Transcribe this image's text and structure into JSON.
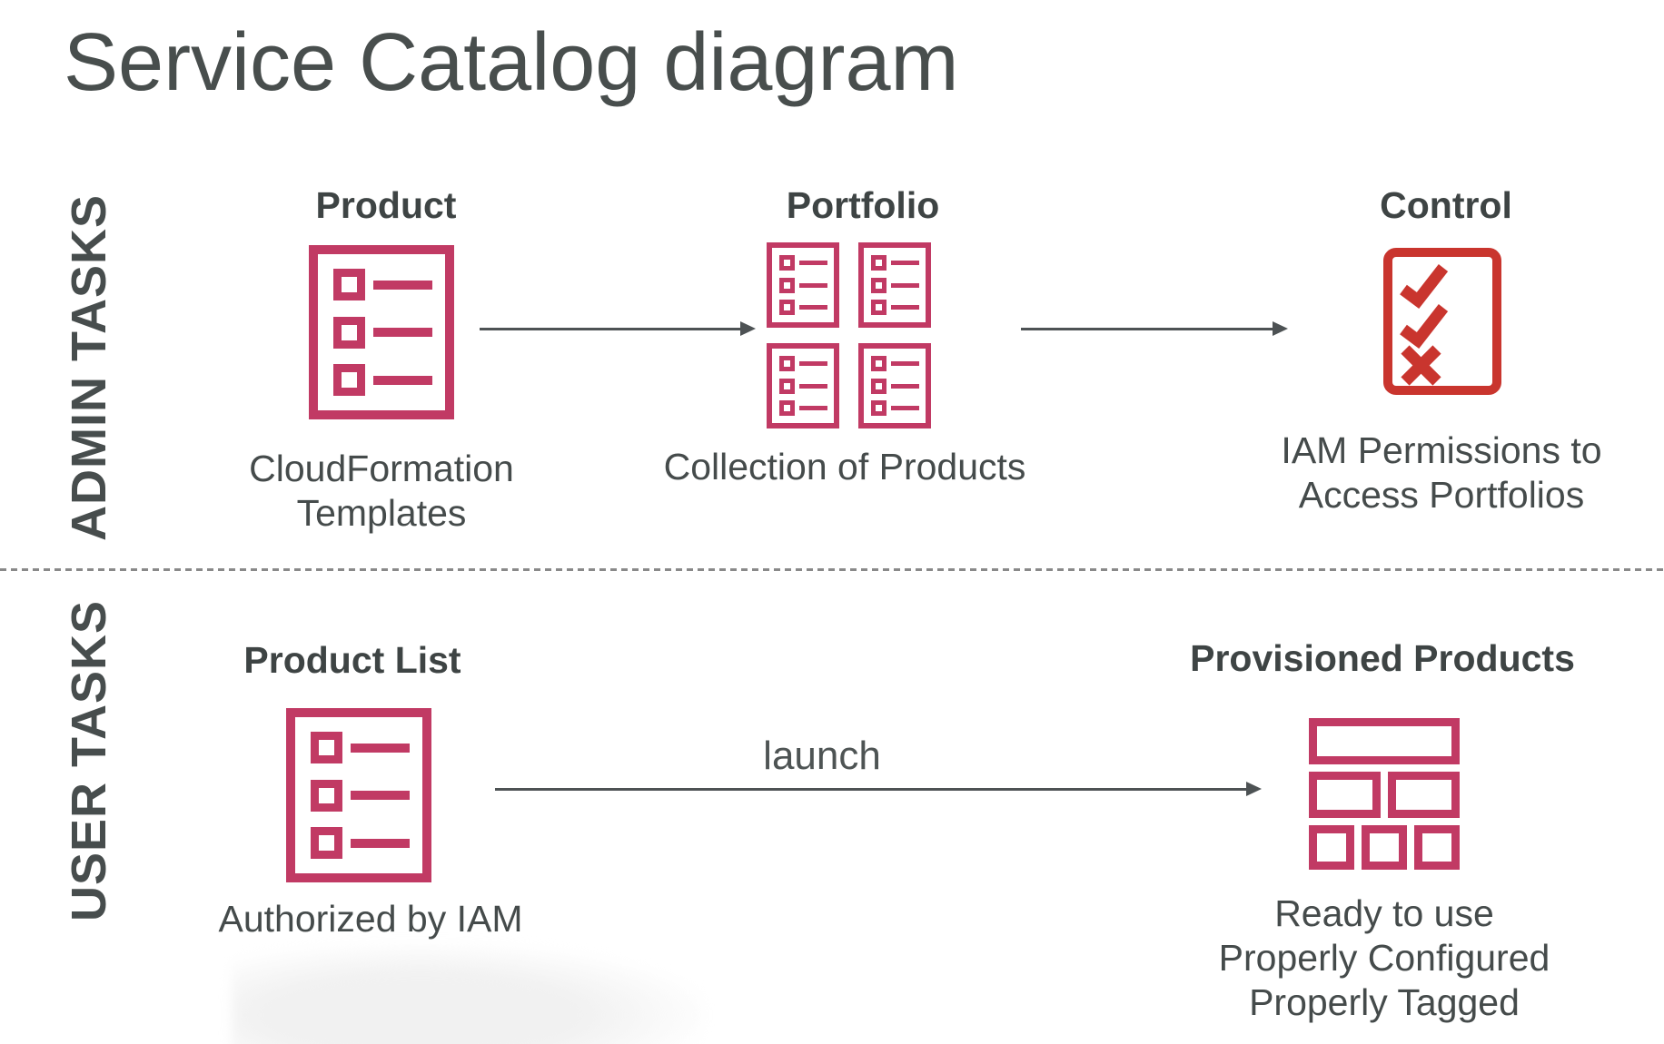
{
  "colors": {
    "accent_magenta": "#c13a64",
    "accent_red": "#c9352e",
    "text_dark": "#454b4b",
    "arrow_gray": "#4d5254"
  },
  "title": "Service Catalog diagram",
  "admin_row": {
    "label": "ADMIN TASKS",
    "product": {
      "heading": "Product",
      "caption_lines": [
        "CloudFormation",
        "Templates"
      ]
    },
    "portfolio": {
      "heading": "Portfolio",
      "caption_lines": [
        "Collection of Products"
      ]
    },
    "control": {
      "heading": "Control",
      "caption_lines": [
        "IAM Permissions to",
        "Access Portfolios"
      ]
    }
  },
  "user_row": {
    "label": "USER TASKS",
    "product_list": {
      "heading": "Product List",
      "caption_lines": [
        "Authorized by IAM"
      ]
    },
    "launch_label": "launch",
    "provisioned": {
      "heading": "Provisioned Products",
      "caption_lines": [
        "Ready to use",
        "Properly Configured",
        "Properly Tagged"
      ]
    }
  }
}
